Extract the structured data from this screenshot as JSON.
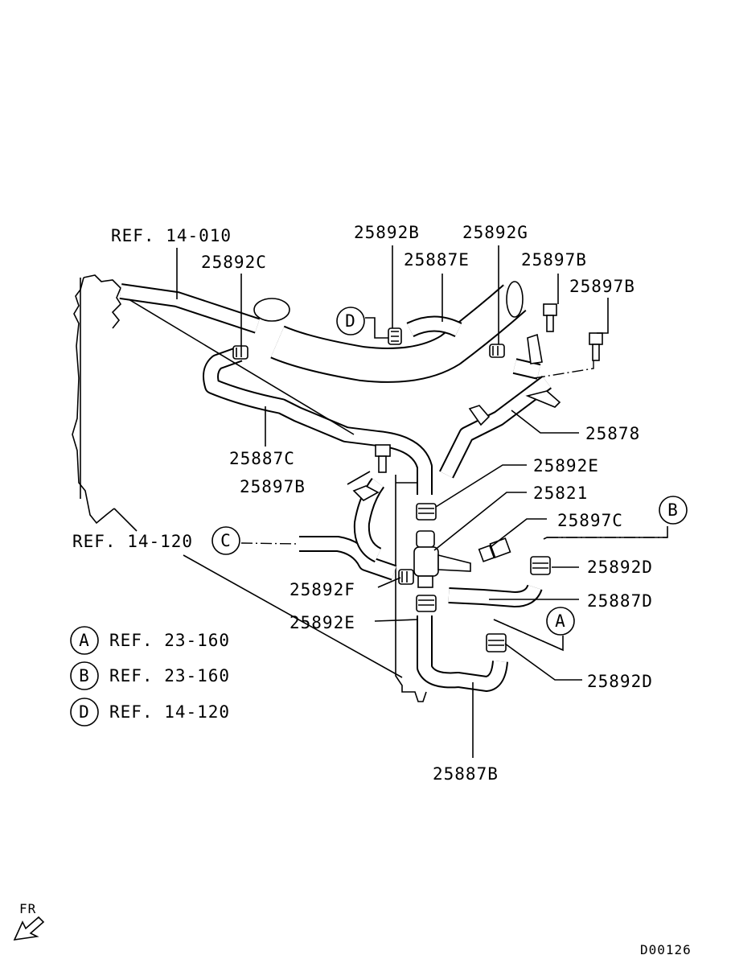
{
  "diagram": {
    "figure_code": "D00126",
    "direction_label": "FR",
    "part_labels": {
      "p25892B": "25892B",
      "p25892G": "25892G",
      "p25887E": "25887E",
      "p25897B_a": "25897B",
      "p25897B_b": "25897B",
      "p25892C": "25892C",
      "p25878": "25878",
      "p25887C": "25887C",
      "p25892E_a": "25892E",
      "p25897B_c": "25897B",
      "p25821": "25821",
      "p25897C": "25897C",
      "p25892D_a": "25892D",
      "p25892F": "25892F",
      "p25887D": "25887D",
      "p25892E_b": "25892E",
      "p25892D_b": "25892D",
      "p25887B": "25887B"
    },
    "references": {
      "ref_14_010": "REF. 14-010",
      "ref_14_120": "REF. 14-120"
    },
    "callouts": {
      "A": "A",
      "B": "B",
      "C": "C",
      "D": "D"
    },
    "legend": [
      {
        "key": "A",
        "ref": "REF. 23-160"
      },
      {
        "key": "B",
        "ref": "REF. 23-160"
      },
      {
        "key": "D",
        "ref": "REF. 14-120"
      }
    ]
  }
}
